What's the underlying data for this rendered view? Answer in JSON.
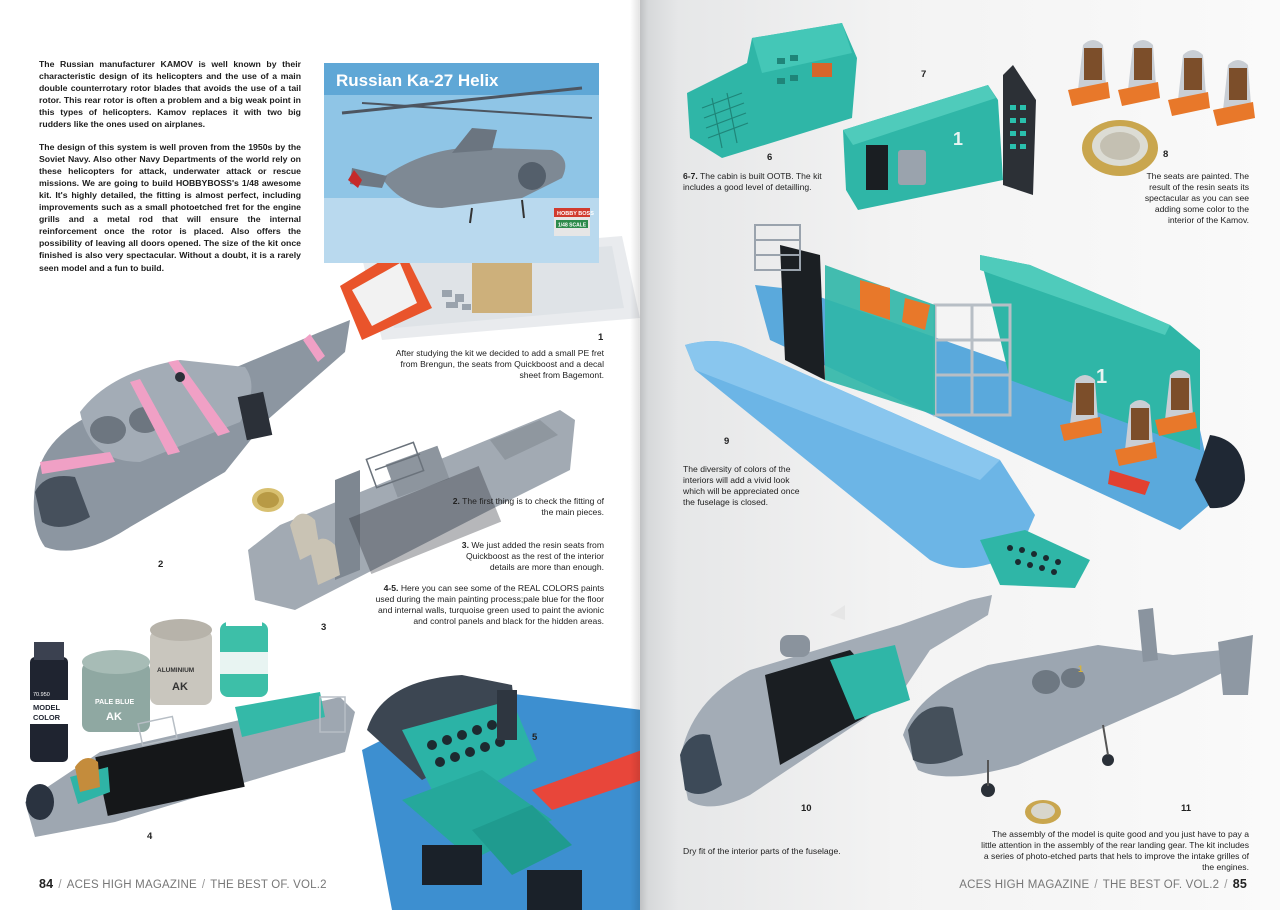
{
  "intro": {
    "para1": "The Russian manufacturer KAMOV is well known by their characteristic design of its helicopters and the use of a main double counterrotary rotor blades that avoids the use of a tail rotor. This rear rotor is often a problem and a big weak point in this types of helicopters. Kamov replaces it with two big rudders like the ones used on airplanes.",
    "para2": "The design of this system is well proven from the 1950s by the Soviet Navy. Also other Navy Departments of the world rely on these helicopters for attack, underwater attack or rescue missions. We are going to build HOBBYBOSS's 1/48 awesome kit. It's highly detailed, the fitting is almost perfect, including improvements such as a small photoetched fret for the engine grills and a metal rod that will ensure the internal reinforcement once the rotor is placed. Also offers the possibility of leaving all doors opened. The size of the kit once finished is also very spectacular. Without a doubt, it is a rarely seen model and a fun to build."
  },
  "boxart": {
    "title": "Russian Ka-27 Helix",
    "brand": "HOBBY BOSS",
    "scale": "1/48 SCALE"
  },
  "paints": {
    "model_color_line1": "MODEL",
    "model_color_line2": "COLOR",
    "model_color_code": "70.950",
    "ak_brand": "AK",
    "pale_blue": "PALE BLUE",
    "aluminium": "ALUMINIUM"
  },
  "fuselage_marking": "1",
  "numbers": {
    "n1": "1",
    "n2": "2",
    "n3": "3",
    "n4": "4",
    "n5": "5",
    "n6": "6",
    "n7": "7",
    "n8": "8",
    "n9": "9",
    "n10": "10",
    "n11": "11"
  },
  "captions": {
    "c1": "After studying the kit we decided to add a small PE fret from Brengun, the seats from Quickboost and a decal sheet from Bagemont.",
    "c2_num": "2.",
    "c2_text": " The first thing is to check the fitting of the main pieces.",
    "c3_num": "3.",
    "c3_text": " We just added the resin seats from Quickboost as the rest of the interior details are more than enough.",
    "c45_num": "4-5.",
    "c45_text": " Here you can see some of the REAL COLORS paints used during the main painting process;pale blue for the floor and internal walls, turquoise green used to paint the avionic and control panels and black for the hidden areas.",
    "c67_num": "6-7.",
    "c67_text": " The cabin is built OOTB. The kit includes a good level of detailling.",
    "c8": "The seats are painted. The result of the resin seats its spectacular as you can see adding some color to the interior of the Kamov.",
    "c9": "The diversity of colors of the interiors will add a vivid look which will be appreciated once the fuselage is closed.",
    "c10": "Dry fit of the interior parts of the fuselage.",
    "c11": "The assembly of the model is quite good and you just have to pay a little attention in the assembly of the rear landing gear. The kit includes a series of photo-etched parts that hels to improve the intake grilles of the engines."
  },
  "footer": {
    "left_page": "84",
    "right_page": "85",
    "sep": "/",
    "magazine": "ACES HIGH MAGAZINE",
    "issue": "THE BEST OF. VOL.2"
  },
  "colors": {
    "turquoise": "#2fb7a8",
    "grey": "#9aa3ad",
    "pale_blue": "#5eb0e0",
    "orange": "#e8782a",
    "pink": "#f2a6c4"
  }
}
